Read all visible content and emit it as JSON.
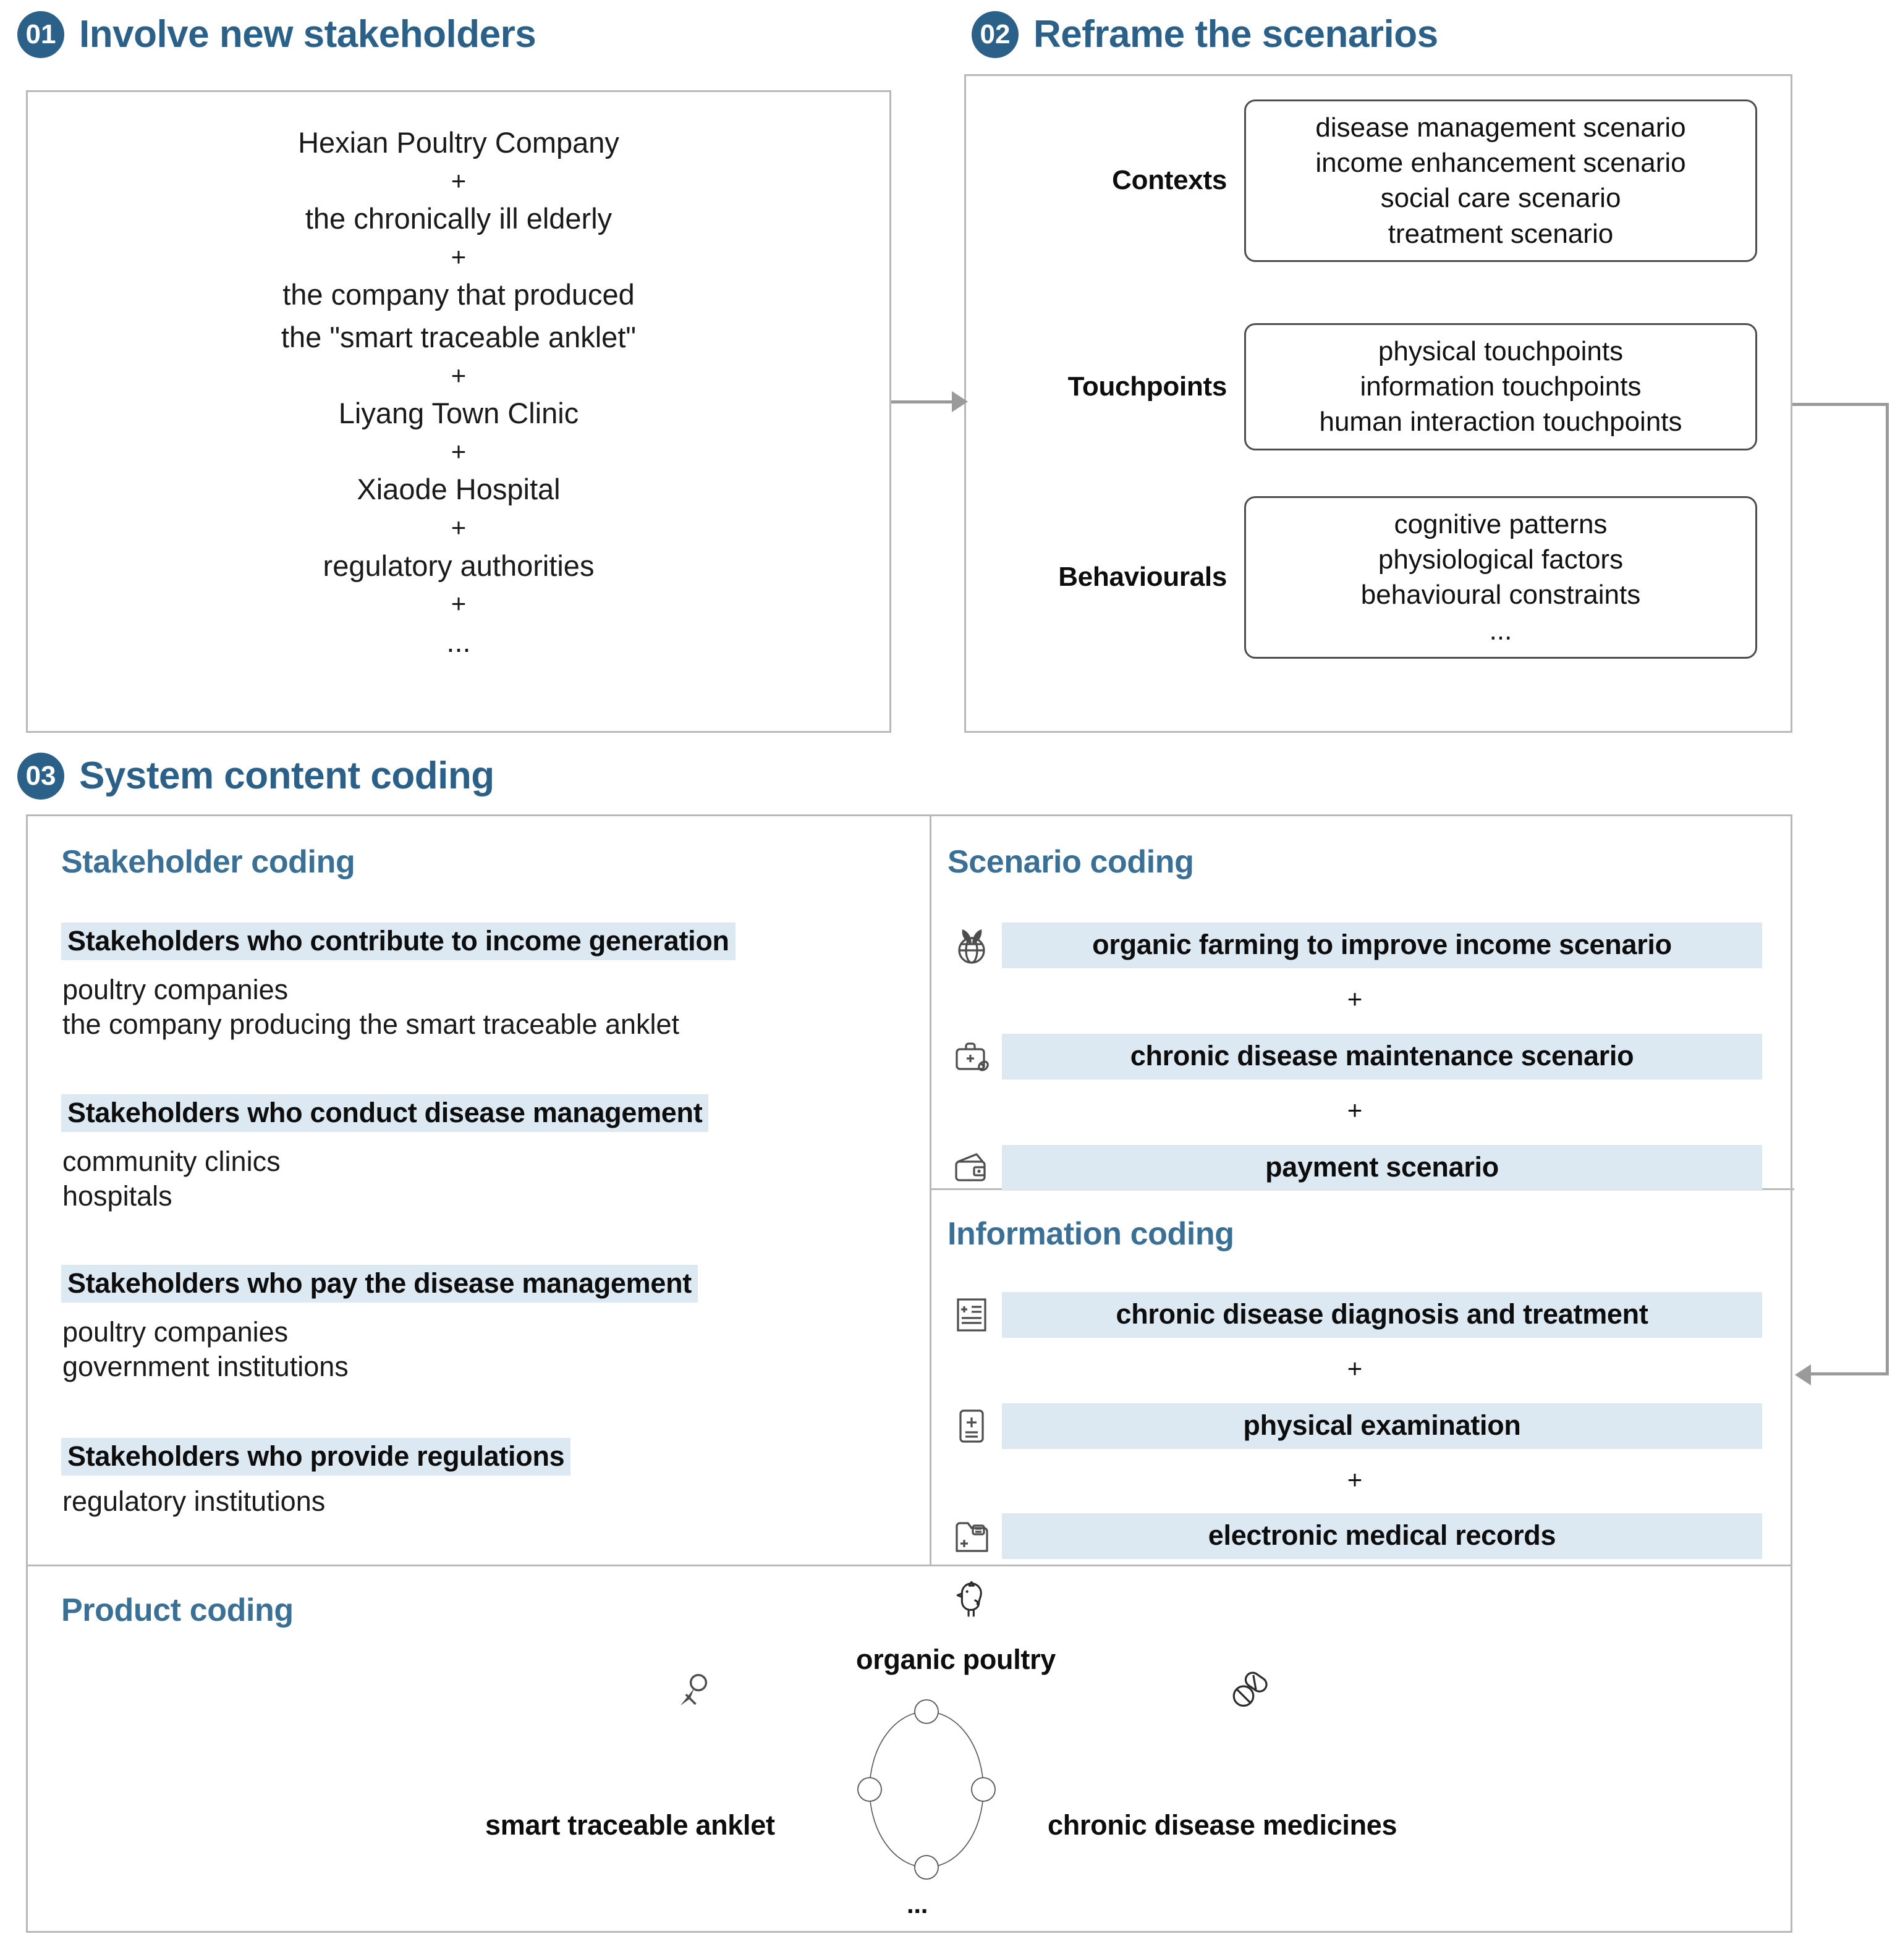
{
  "sections": [
    {
      "number": "01",
      "title": "Involve new stakeholders"
    },
    {
      "number": "02",
      "title": "Reframe the scenarios"
    },
    {
      "number": "03",
      "title": "System content coding"
    }
  ],
  "involve_new_stakeholders": {
    "plus": "+",
    "items": [
      "Hexian Poultry Company",
      "the chronically ill elderly",
      "the company that produced\nthe \"smart traceable anklet\"",
      "Liyang Town Clinic",
      "Xiaode Hospital",
      "regulatory authorities",
      "..."
    ],
    "line_a": "the company that produced",
    "line_b": "the \"smart traceable anklet\"",
    "ellipsis": "..."
  },
  "reframe_the_scenarios": {
    "rows": [
      {
        "label": "Contexts",
        "items": [
          "disease management scenario",
          "income enhancement scenario",
          "social care scenario",
          "treatment scenario"
        ]
      },
      {
        "label": "Touchpoints",
        "items": [
          "physical touchpoints",
          "information touchpoints",
          "human interaction touchpoints"
        ]
      },
      {
        "label": "Behaviourals",
        "items": [
          "cognitive patterns",
          "physiological factors",
          "behavioural constraints",
          "..."
        ]
      }
    ]
  },
  "system_content_coding": {
    "stakeholder_coding": {
      "title": "Stakeholder coding",
      "groups": [
        {
          "heading": "Stakeholders who contribute to income generation",
          "items": [
            "poultry companies",
            "the company producing the smart traceable anklet"
          ]
        },
        {
          "heading": "Stakeholders who conduct disease management",
          "items": [
            "community clinics",
            "hospitals"
          ]
        },
        {
          "heading": "Stakeholders who pay the disease management",
          "items": [
            "poultry companies",
            "government institutions"
          ]
        },
        {
          "heading": "Stakeholders who provide regulations",
          "items": [
            "regulatory institutions"
          ]
        }
      ]
    },
    "scenario_coding": {
      "title": "Scenario coding",
      "plus": "+",
      "rows": [
        {
          "icon": "organic-globe-leaf-icon",
          "label": "organic farming to improve income scenario"
        },
        {
          "icon": "medical-bag-pills-icon",
          "label": "chronic disease maintenance scenario"
        },
        {
          "icon": "wallet-icon",
          "label": "payment scenario"
        }
      ]
    },
    "information_coding": {
      "title": "Information coding",
      "plus": "+",
      "rows": [
        {
          "icon": "medical-document-list-icon",
          "label": "chronic disease diagnosis and treatment"
        },
        {
          "icon": "medical-card-icon",
          "label": "physical examination"
        },
        {
          "icon": "medical-folder-icon",
          "label": "electronic medical records"
        }
      ]
    },
    "product_coding": {
      "title": "Product coding",
      "nodes": [
        {
          "icon": "chick-icon",
          "label": "organic poultry",
          "position": "top"
        },
        {
          "icon": "anklet-tag-icon",
          "label": "smart traceable anklet",
          "position": "left"
        },
        {
          "icon": "pills-icon",
          "label": "chronic disease medicines",
          "position": "right"
        },
        {
          "icon": "none",
          "label": "...",
          "position": "bottom"
        }
      ]
    }
  },
  "colors": {
    "brand_blue": "#2b6188",
    "heading_blue": "#3a6f96",
    "highlight_band": "#dce9f2",
    "panel_border": "#b9b9b9",
    "connector": "#9a9a9a",
    "icon_stroke": "#4d4d4d"
  }
}
